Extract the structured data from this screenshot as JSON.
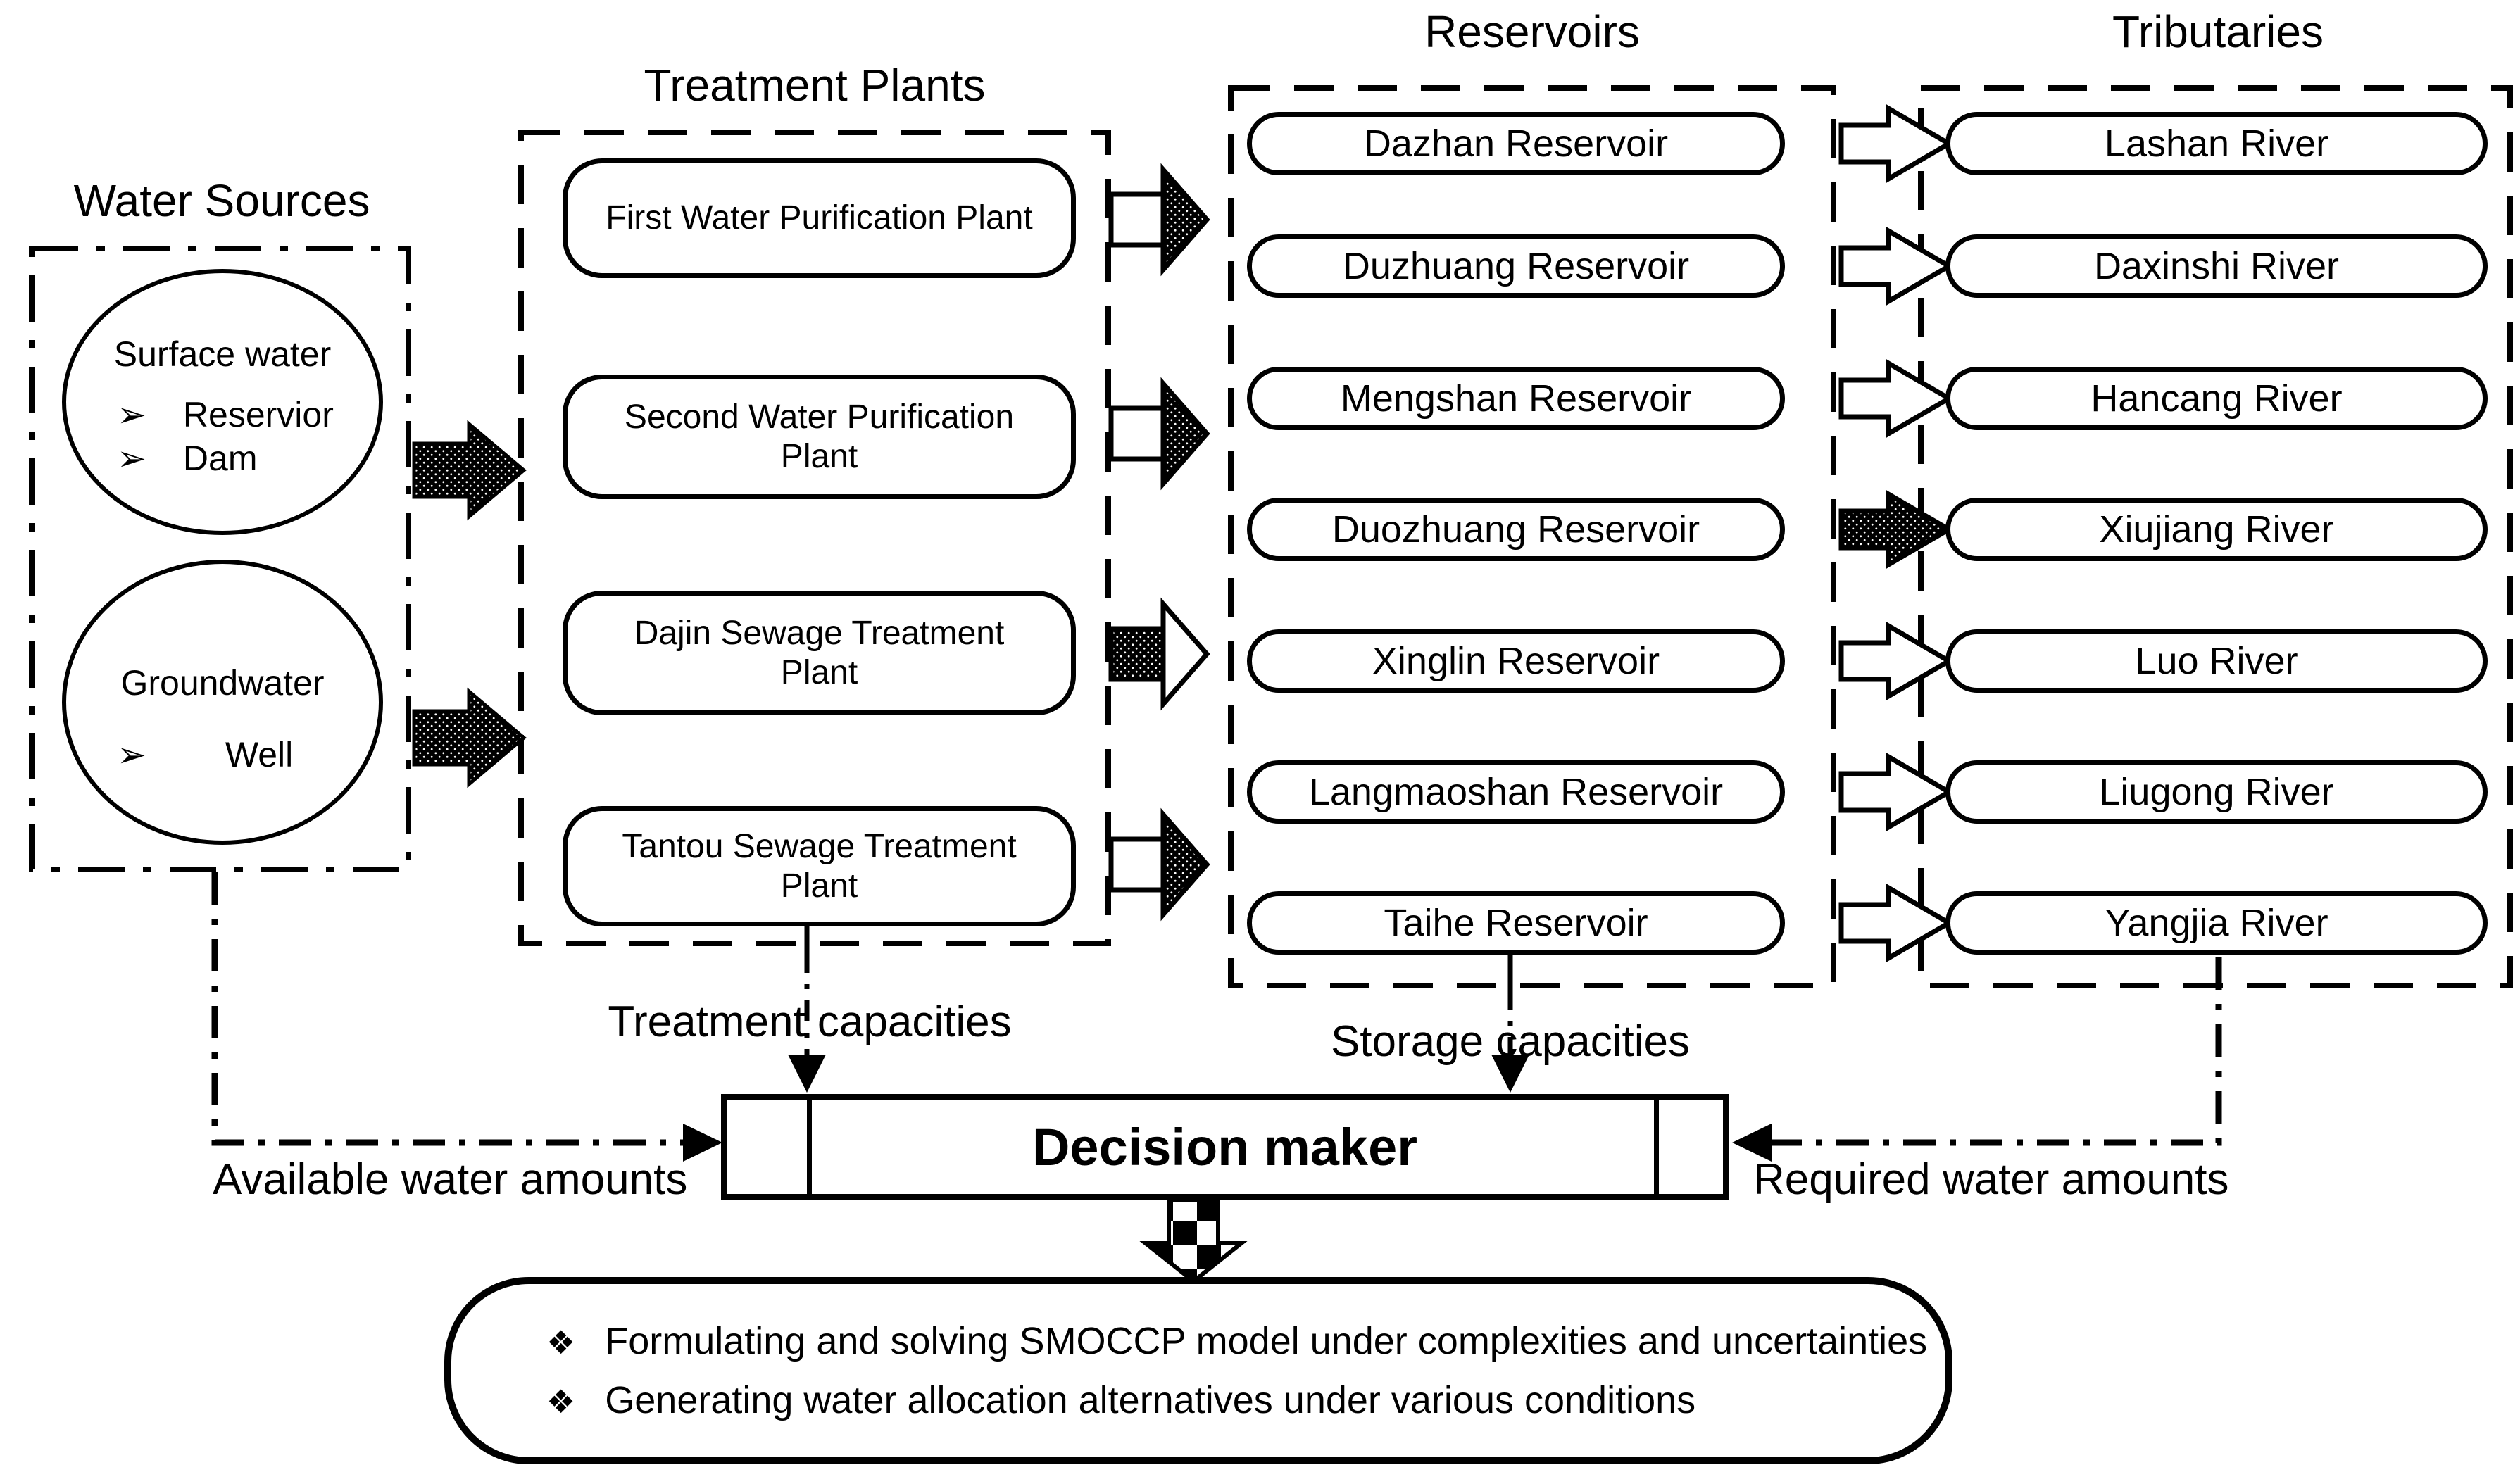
{
  "titles": {
    "water_sources": "Water Sources",
    "treatment_plants": "Treatment Plants",
    "reservoirs": "Reservoirs",
    "tributaries": "Tributaries"
  },
  "water_sources": {
    "surface": {
      "label": "Surface water",
      "items": [
        "Reservior",
        "Dam"
      ]
    },
    "ground": {
      "label": "Groundwater",
      "items": [
        "Well"
      ]
    }
  },
  "treatment_plants": [
    "First Water Purification Plant",
    "Second Water Purification Plant",
    "Dajin Sewage Treatment Plant",
    "Tantou Sewage Treatment Plant"
  ],
  "reservoirs": [
    "Dazhan Reservoir",
    "Duzhuang Reservoir",
    "Mengshan Reservoir",
    "Duozhuang Reservoir",
    "Xinglin Reservoir",
    "Langmaoshan Reservoir",
    "Taihe Reservoir"
  ],
  "tributaries": [
    "Lashan River",
    "Daxinshi River",
    "Hancang River",
    "Xiujiang River",
    "Luo River",
    "Liugong River",
    "Yangjia River"
  ],
  "labels": {
    "treatment_capacities": "Treatment capacities",
    "storage_capacities": "Storage capacities",
    "available_water": "Available water amounts",
    "required_water": "Required water amounts"
  },
  "decision_maker": "Decision maker",
  "outputs": [
    "Formulating and solving SMOCCP model under complexities and uncertainties",
    "Generating water allocation alternatives under various conditions"
  ],
  "icons": {
    "list_bullet": "➢",
    "output_bullet": "❖"
  },
  "colors": {
    "ink": "#000000",
    "paper": "#ffffff"
  }
}
